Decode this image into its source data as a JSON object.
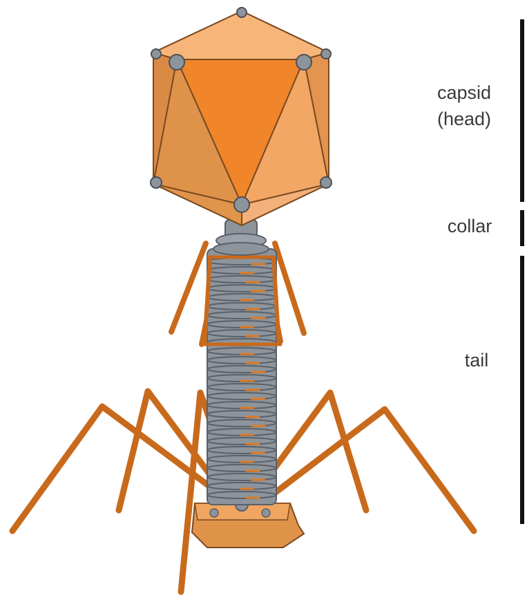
{
  "labels": {
    "capsid_line1": "capsid",
    "capsid_line2": "(head)",
    "collar": "collar",
    "tail": "tail"
  },
  "colors": {
    "orange_light": "#f6a75a",
    "orange_mid": "#f08a2c",
    "orange_dark": "#c86a1c",
    "outline": "#7a4a20",
    "sheath_gray": "#8d949b",
    "sheath_dark": "#5a6068",
    "bracket": "#111111"
  }
}
